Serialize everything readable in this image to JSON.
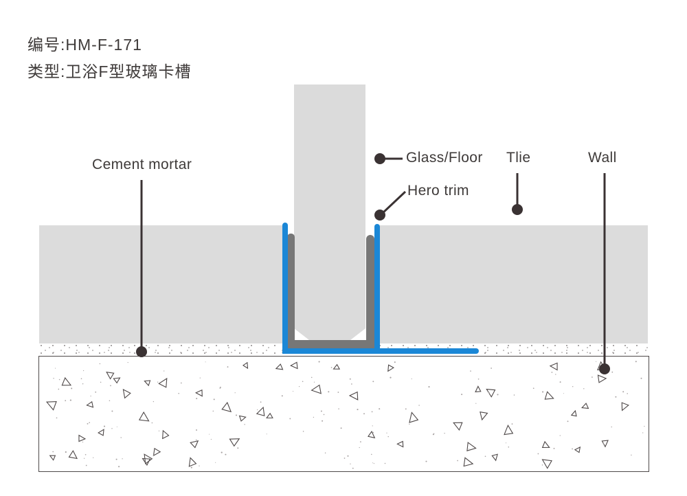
{
  "header": {
    "code_line": "编号:HM-F-171",
    "type_line": "类型:卫浴F型玻璃卡槽"
  },
  "labels": {
    "cement_mortar": "Cement mortar",
    "glass_floor": "Glass/Floor",
    "hero_trim": "Hero trim",
    "tile": "Tlie",
    "wall": "Wall"
  },
  "colors": {
    "trim_blue": "#1b87d6",
    "channel_gray": "#777777",
    "surface_gray": "#dcdcdc",
    "glass_gray": "#dbdbdb",
    "ink": "#3a3233",
    "text": "#3e3a39"
  }
}
